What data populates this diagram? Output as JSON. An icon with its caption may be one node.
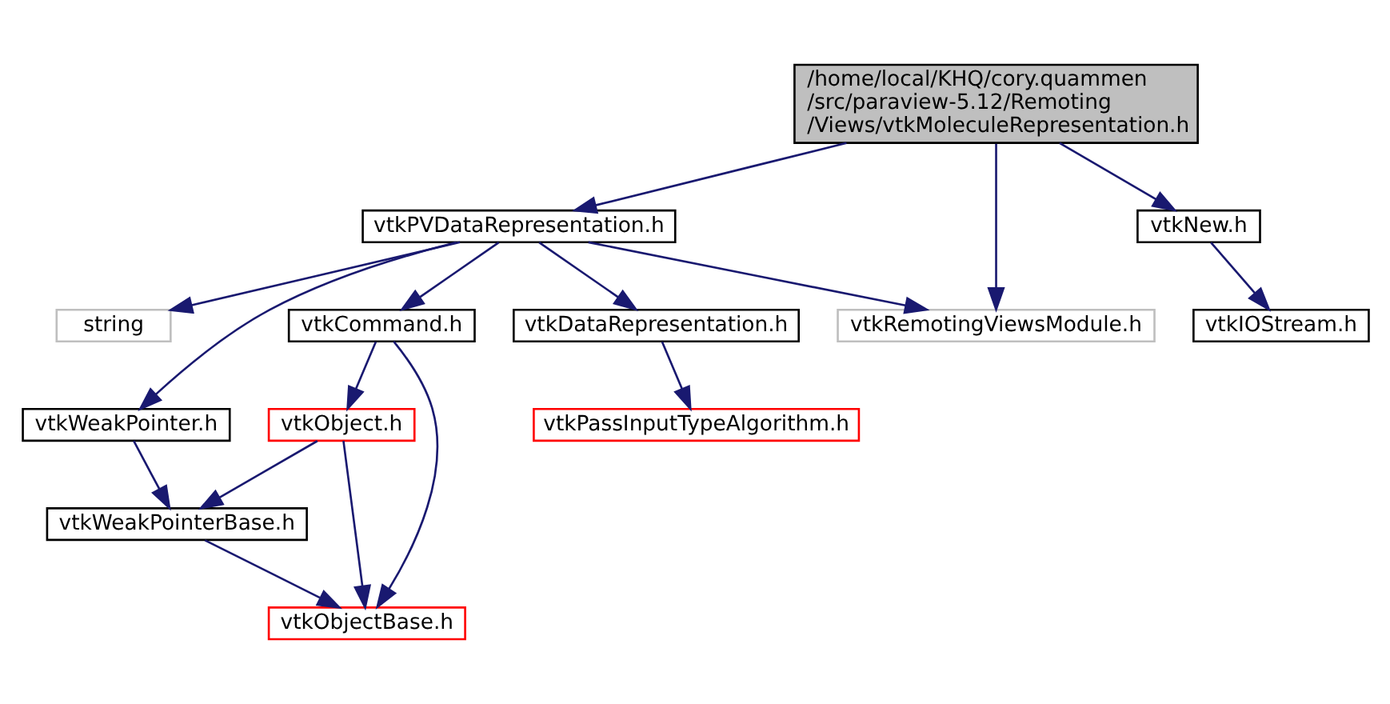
{
  "diagram": {
    "nodes": [
      {
        "text": [
          "/home/local/KHQ/cory.quammen /src/paraview-5.12/Remoting /Views/vtkMoleculeRepresentation.h"
        ]
      },
      {
        "text": [
          "vtkPVDataRepresentation.h"
        ]
      },
      {
        "text": [
          "vtkNew.h"
        ]
      },
      {
        "text": [
          "vtkCommand.h"
        ]
      },
      {
        "text": [
          "vtkDataRepresentation.h"
        ]
      },
      {
        "text": [
          "string"
        ]
      },
      {
        "text": [
          "vtkRemotingViewsModule.h"
        ]
      },
      {
        "text": [
          "vtkIOStream.h"
        ]
      },
      {
        "text": [
          "vtkObject.h"
        ]
      },
      {
        "text": [
          "vtkPassInputTypeAlgorithm.h"
        ]
      },
      {
        "text": [
          "vtkWeakPointer.h"
        ]
      },
      {
        "text": [
          "vtkWeakPointerBase.h"
        ]
      },
      {
        "text": [
          "vtkObjectBase.h"
        ]
      }
    ],
    "edges": [
      {
        "from": 0,
        "to": 1,
        "arrow": "to"
      },
      {
        "from": 0,
        "to": 6,
        "arrow": "to"
      },
      {
        "from": 0,
        "to": 2,
        "arrow": "to"
      },
      {
        "from": 1,
        "to": 3,
        "arrow": "to"
      },
      {
        "from": 1,
        "to": 4,
        "arrow": "to"
      },
      {
        "from": 1,
        "to": 10,
        "arrow": "to"
      },
      {
        "from": 1,
        "to": 5,
        "arrow": "to"
      },
      {
        "from": 1,
        "to": 6,
        "arrow": "to"
      },
      {
        "from": 2,
        "to": 7,
        "arrow": "to"
      },
      {
        "from": 3,
        "to": 8,
        "arrow": "to"
      },
      {
        "from": 3,
        "to": 12,
        "arrow": "to"
      },
      {
        "from": 4,
        "to": 9,
        "arrow": "to"
      },
      {
        "from": 8,
        "to": 11,
        "arrow": "to"
      },
      {
        "from": 8,
        "to": 12,
        "arrow": "to"
      },
      {
        "from": 10,
        "to": 11,
        "arrow": "to"
      },
      {
        "from": 11,
        "to": 12,
        "arrow": "to"
      }
    ]
  }
}
